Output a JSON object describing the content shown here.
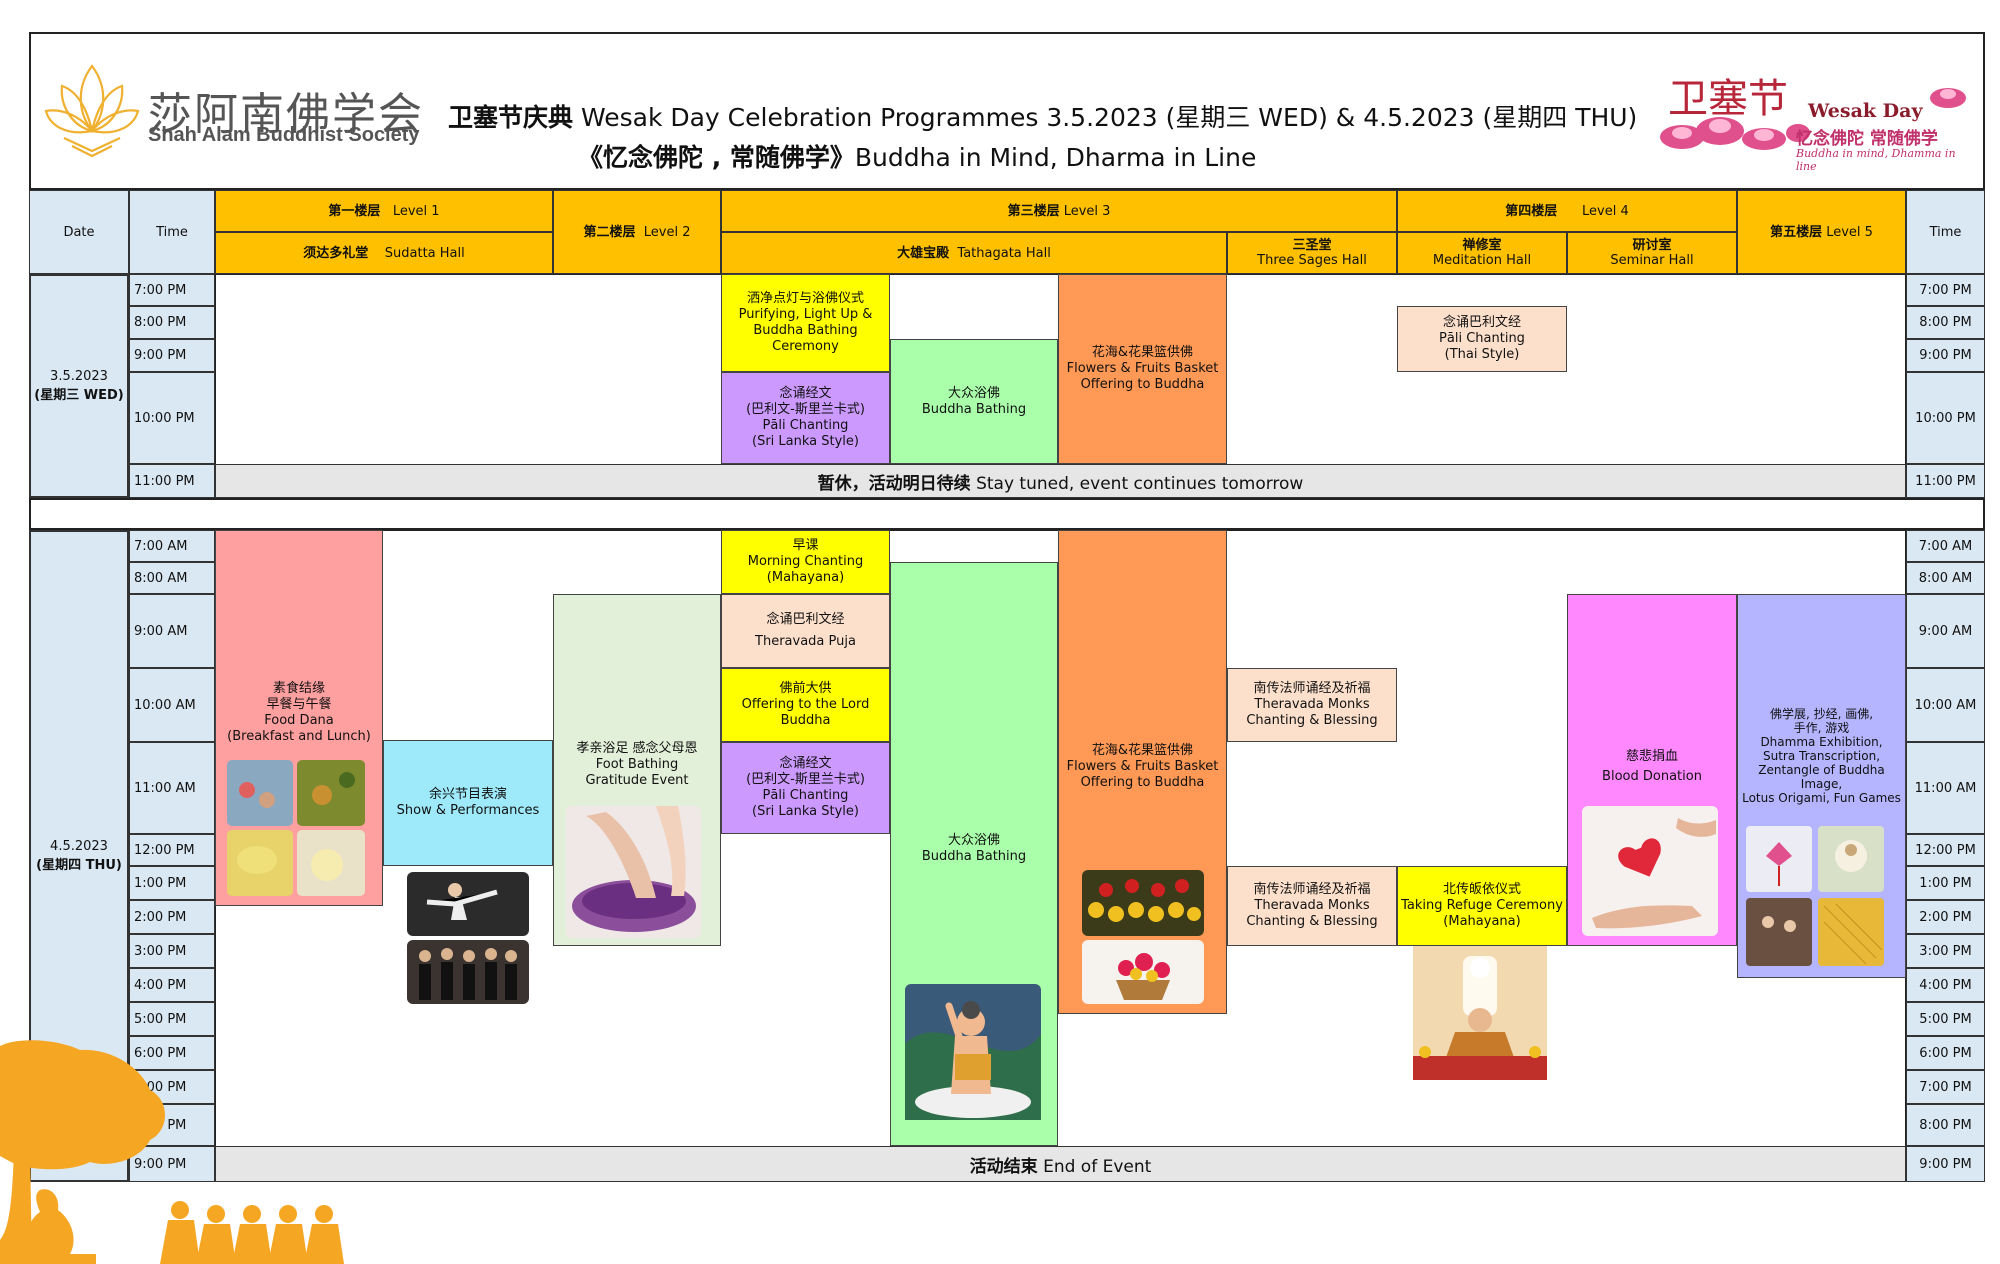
{
  "header": {
    "org_cn": "莎阿南佛学会",
    "org_en": "Shah Alam Buddhist Society",
    "title_line1_bold": "卫塞节庆典",
    "title_line1": " Wesak Day Celebration Programmes 3.5.2023 (星期三 WED) & 4.5.2023 (星期四 THU)",
    "title_line2_bold": "《忆念佛陀 , 常随佛学》",
    "title_line2": "Buddha in Mind, Dharma in Line",
    "badge_cn": "卫塞节",
    "badge_en": "Wesak Day",
    "badge_sub_cn": "忆念佛陀  常随佛学",
    "badge_sub_en": "Buddha in mind, Dhamma in line"
  },
  "columns": {
    "date": "Date",
    "time": "Time",
    "time_right": "Time",
    "level1_cn": "第一楼层",
    "level1_en": "Level 1",
    "sudatta_cn": "须达多礼堂",
    "sudatta_en": "Sudatta Hall",
    "level2_cn": "第二楼层",
    "level2_en": "Level 2",
    "level3_cn": "第三楼层",
    "level3_en": "Level 3",
    "tathagata_cn": "大雄宝殿",
    "tathagata_en": "Tathagata Hall",
    "threesages_cn": "三圣堂",
    "threesages_en": "Three Sages Hall",
    "level4_cn": "第四楼层",
    "level4_en": "Level 4",
    "meditation_cn": "禅修室",
    "meditation_en": "Meditation Hall",
    "seminar_cn": "研讨室",
    "seminar_en": "Seminar Hall",
    "level5_cn": "第五楼层",
    "level5_en": "Level 5"
  },
  "day1": {
    "date": "3.5.2023",
    "weekday": "(星期三  WED)",
    "times": [
      "7:00 PM",
      "8:00 PM",
      "9:00 PM",
      "10:00 PM",
      "11:00 PM"
    ],
    "notice_bold": "暂休，活动明日待续",
    "notice": " Stay tuned, event continues tomorrow",
    "events": {
      "purify_cn": "洒净点灯与浴佛仪式",
      "purify_en": "Purifying, Light Up & Buddha Bathing Ceremony",
      "pali_cn": "念诵经文",
      "pali_cn2": "(巴利文-斯里兰卡式)",
      "pali_en": "Pāli Chanting",
      "pali_en2": "(Sri Lanka Style)",
      "bathing_cn": "大众浴佛",
      "bathing_en": "Buddha Bathing",
      "flowers_cn": "花海&花果篮供佛",
      "flowers_en": "Flowers & Fruits Basket Offering to Buddha",
      "thai_cn": "念诵巴利文经",
      "thai_en": "Pāli Chanting",
      "thai_en2": "(Thai Style)"
    }
  },
  "day2": {
    "date": "4.5.2023",
    "weekday": "(星期四  THU)",
    "times": [
      "7:00 AM",
      "8:00 AM",
      "9:00 AM",
      "10:00 AM",
      "11:00 AM",
      "12:00 PM",
      "1:00 PM",
      "2:00 PM",
      "3:00 PM",
      "4:00 PM",
      "5:00 PM",
      "6:00 PM",
      "7:00 PM",
      "8:00 PM",
      "9:00 PM"
    ],
    "end_bold": "活动结束",
    "end": " End of Event",
    "events": {
      "food_cn": "素食结缘",
      "food_cn2": "早餐与午餐",
      "food_en": "Food Dana",
      "food_en2": "(Breakfast and Lunch)",
      "show_cn": "余兴节目表演",
      "show_en": "Show & Performances",
      "foot_cn": "孝亲浴足 感念父母恩",
      "foot_en": "Foot Bathing",
      "foot_en2": "Gratitude Event",
      "morning_cn": "早课",
      "morning_en": "Morning Chanting",
      "morning_en2": "(Mahayana)",
      "puja_cn": "念诵巴利文经",
      "puja_en": "Theravada Puja",
      "offer_cn": "佛前大供",
      "offer_en": "Offering to the Lord Buddha",
      "pali_cn": "念诵经文",
      "pali_cn2": "(巴利文-斯里兰卡式)",
      "pali_en": "Pāli Chanting",
      "pali_en2": "(Sri Lanka Style)",
      "bathing_cn": "大众浴佛",
      "bathing_en": "Buddha Bathing",
      "flowers_cn": "花海&花果篮供佛",
      "flowers_en": "Flowers & Fruits Basket Offering to Buddha",
      "monks1_cn": "南传法师诵经及祈福",
      "monks1_en": "Theravada Monks",
      "monks1_en2": "Chanting & Blessing",
      "monks2_cn": "南传法师诵经及祈福",
      "monks2_en": "Theravada Monks",
      "monks2_en2": "Chanting & Blessing",
      "refuge_cn": "北传皈依仪式",
      "refuge_en": "Taking Refuge Ceremony",
      "refuge_en2": "(Mahayana)",
      "blood_cn": "慈悲捐血",
      "blood_en": "Blood Donation",
      "exhibit_cn": "佛学展, 抄经, 画佛,",
      "exhibit_cn2": "手作, 游戏",
      "exhibit_en": "Dhamma Exhibition,",
      "exhibit_en2": "Sutra Transcription,",
      "exhibit_en3": "Zentangle of Buddha Image,",
      "exhibit_en4": "Lotus Origami, Fun Games"
    }
  },
  "colors": {
    "level_header": "#ffc000",
    "time_cell": "#dae8f3",
    "yellow": "#ffff00",
    "purple": "#cc99ff",
    "green": "#aaffaa",
    "orange": "#ff9955",
    "peach": "#fce0cc",
    "pink": "#ffa0a0",
    "cyan": "#9eeafb",
    "lightgreen": "#e2efd9",
    "magenta": "#ff88ff",
    "lavender": "#b4b4ff",
    "tree": "#f5a623"
  }
}
